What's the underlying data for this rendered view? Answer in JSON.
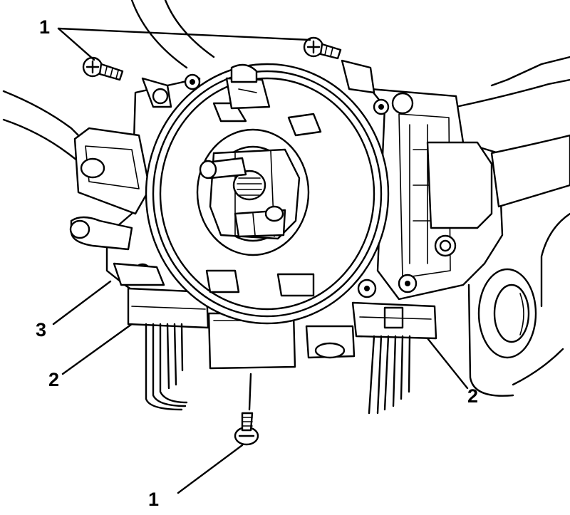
{
  "diagram": {
    "callouts": {
      "screw_top": "1",
      "screw_bottom": "1",
      "connector_left": "2",
      "connector_right": "2",
      "clip_left": "3"
    },
    "colors": {
      "line": "#000000",
      "background": "#ffffff"
    }
  }
}
